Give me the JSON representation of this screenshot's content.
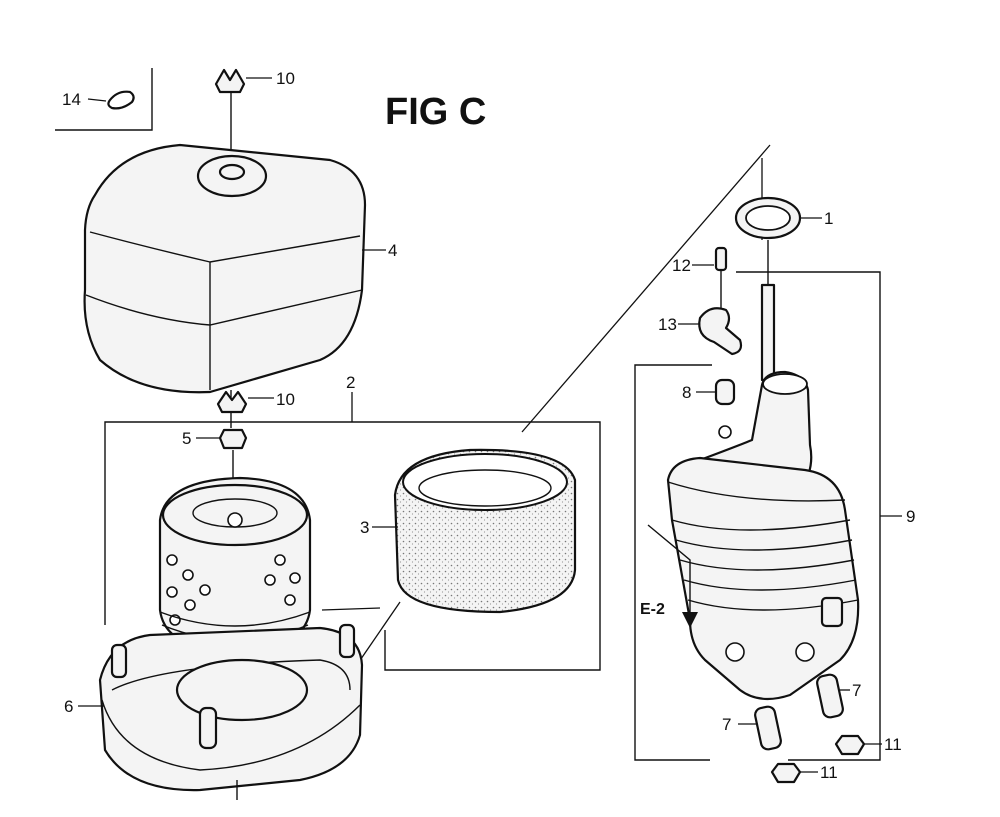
{
  "title": "FIG C",
  "reference": "E-2",
  "callouts": {
    "c1": "1",
    "c2": "2",
    "c3": "3",
    "c4": "4",
    "c5": "5",
    "c6": "6",
    "c7a": "7",
    "c7b": "7",
    "c8": "8",
    "c9": "9",
    "c10a": "10",
    "c10b": "10",
    "c11a": "11",
    "c11b": "11",
    "c12": "12",
    "c13": "13",
    "c14": "14"
  }
}
